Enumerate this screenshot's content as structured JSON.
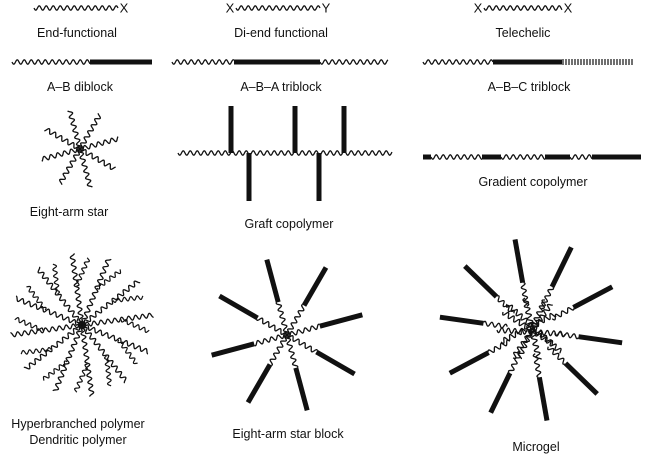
{
  "line_color": "#111111",
  "labels": {
    "end_functional": "End-functional",
    "di_end_functional": "Di-end functional",
    "telechelic": "Telechelic",
    "ab_diblock": "A–B diblock",
    "aba_triblock": "A–B–A triblock",
    "abc_triblock": "A–B–C triblock",
    "eight_arm_star": "Eight-arm star",
    "graft_copolymer": "Graft copolymer",
    "gradient_copolymer": "Gradient copolymer",
    "hyperbranched_polymer": "Hyperbranched polymer",
    "dendritic_polymer": "Dendritic polymer",
    "eight_arm_star_block": "Eight-arm star block",
    "microgel": "Microgel"
  },
  "end_markers": {
    "x": "X",
    "y": "Y"
  }
}
